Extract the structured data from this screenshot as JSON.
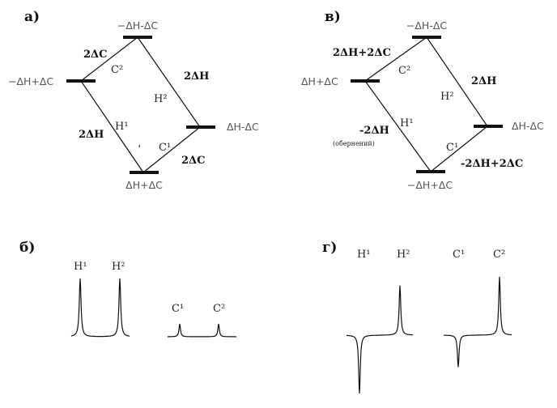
{
  "panels": {
    "a": {
      "label": "а)",
      "levels": {
        "top": "−ΔH-ΔC",
        "left": "−ΔH+ΔC",
        "right": "ΔH-ΔC",
        "bottom": "ΔH+ΔC"
      },
      "transitions": {
        "c2": "C²",
        "h2": "H²",
        "h1": "H¹",
        "c1": "C¹"
      },
      "differences": {
        "c2": "2ΔC",
        "h2": "2ΔH",
        "h1": "2ΔH",
        "c1": "2ΔC"
      },
      "dot": "،"
    },
    "v": {
      "label": "в)",
      "levels": {
        "top": "−ΔH-ΔC",
        "left": "ΔH+ΔC",
        "right": "ΔH-ΔC",
        "bottom": "−ΔH+ΔC"
      },
      "transitions": {
        "c2": "C²",
        "h2": "H²",
        "h1": "H¹",
        "c1": "C¹"
      },
      "differences": {
        "c2": "2ΔH+2ΔC",
        "h2": "2ΔH",
        "h1": "-2ΔH",
        "c1": "-2ΔH+2ΔC"
      },
      "note": "(обернений)"
    },
    "b": {
      "label": "б)",
      "peaks": [
        "H¹",
        "H²",
        "C¹",
        "C²"
      ],
      "amplitudes": [
        1.0,
        1.0,
        0.22,
        0.22
      ]
    },
    "g": {
      "label": "г)",
      "peaks": [
        "H¹",
        "H²",
        "C¹",
        "C²"
      ],
      "amplitudes": [
        -1.0,
        0.85,
        -0.55,
        1.0
      ]
    }
  }
}
